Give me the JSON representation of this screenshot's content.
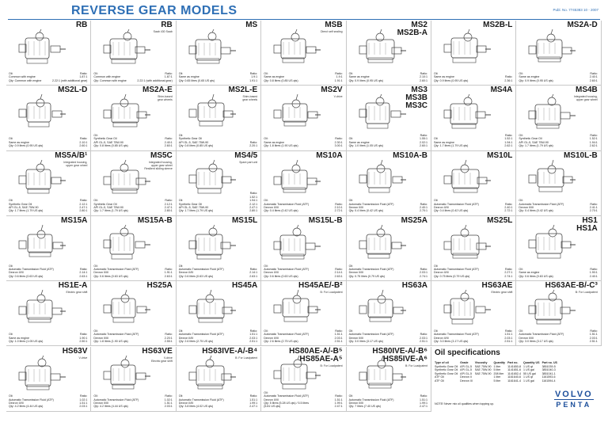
{
  "header": {
    "title": "REVERSE GEAR MODELS",
    "pub_no": "Publ. No. 7745383   10 - 2007"
  },
  "gearboxes": [
    {
      "name": "RB",
      "sub": "",
      "oil": "Oil:\nCommon with engine\nQty: Common with engine",
      "ratio": "Ratio:\n1.87:1\n2.22:1 (with additional gear)"
    },
    {
      "name": "RB",
      "sub": "Saab 430 Saab",
      "oil": "Oil:\nCommon with engine\nQty: Common with engine",
      "ratio": "Ratio:\n1.87:1\n2.22:1 (with additional gear)"
    },
    {
      "name": "MS",
      "sub": "",
      "oil": "Oil:\nSame as engine\nQty: 0.65 litres (0.65 US qts)",
      "ratio": "Ratio:\n1.9:1\n1.91:1"
    },
    {
      "name": "MSB",
      "sub": "Direct self sealing",
      "oil": "Oil:\nSame as engine\nQty: 0.8 litres (0.85 US qts)",
      "ratio": "Ratio:\n1.9:1\n1.91:1"
    },
    {
      "name": "MS2\nMS2B-A",
      "sub": "",
      "oil": "Oil:\nSame as engine\nQty: 0.9 litres (0.95 US qts)",
      "ratio": "Ratio:\n2.10:1\n2.60:1"
    },
    {
      "name": "MS2B-L",
      "sub": "",
      "oil": "Oil:\nSame as engine\nQty: 0.9 litres (0.95 US qts)",
      "ratio": "Ratio:\n2.36:1"
    },
    {
      "name": "MS2A-D",
      "sub": "",
      "oil": "Oil:\nSame as engine\nQty: 0.9 litres (0.95 US qts)",
      "ratio": "Ratio:\n2.40:1\n2.60:1"
    },
    {
      "name": "MS2L-D",
      "sub": "",
      "oil": "Oil:\nSame as engine\nQty: 0.9 litres (0.95 US qts)",
      "ratio": "Ratio:\n2.10:1\n2.60:1"
    },
    {
      "name": "MS2A-E",
      "sub": "Shim-based\ngear wheels",
      "oil": "Oil:\nSynthetic Gear Oil\nAPI GL-5, SAE 75W-90\nQty: 0.8 litres (0.85 US qts)",
      "ratio": "Ratio:\n2.40:1\n2.60:1"
    },
    {
      "name": "MS2L-E",
      "sub": "Shim-based\ngear wheels",
      "oil": "Oil:\nSynthetic Gear Oil\nAPI GL-5, SAE 75W-90\nQty: 0.8 litres (0.85 US qts)",
      "ratio": "Ratio:\n2.20:1"
    },
    {
      "name": "MS2V",
      "sub": "V-drive",
      "oil": "Oil:\nSame as engine\nQty: 1.8 litres (1.90 US qts)",
      "ratio": "Ratio:\n2.30:1\n3.00:1"
    },
    {
      "name": "MS3\nMS3B\nMS3C",
      "sub": "",
      "oil": "Oil:\nSame as engine\nQty: 1.0 litres (1.05 US qts)",
      "ratio": "Ratio:\n1.55:1\n2.02:1\n2.60:1"
    },
    {
      "name": "MS4A",
      "sub": "",
      "oil": "Oil:\nSame as engine\nQty: 1.7 litres (1.79 US qts)",
      "ratio": "Ratio:\n1.52:1\n1.94:1\n2.62:1"
    },
    {
      "name": "MS4B",
      "sub": "Integrated housing,\nupper gear wheel",
      "oil": "Oil:\nSynthetic Gear Oil\nAPI GL-5, SAE 75W-90\nQty: 1.7 litres (1.79 US qts)",
      "ratio": "Ratio:\n1.52:1\n1.94:1\n2.62:1"
    },
    {
      "name": "MS5A/B¹",
      "sub": "Integrated housing,\nupper gear wheel",
      "oil": "Oil:\nSynthetic Gear Oil\nAPI GL-5, SAE 75W-90\nQty: 1.7 litres (1.79 US qts)",
      "ratio": "Ratio:\n2.12:1\n2.47:1\n2.80:1"
    },
    {
      "name": "MS5C",
      "sub": "Integrated housing,\nupper gear wheel\nResilient sliding sleeve",
      "oil": "Oil:\nSynthetic Gear Oil\nAPI GL-5, SAE 75W-90\nQty: 1.7 litres (1.79 US qts)",
      "ratio": "Ratio:\n2.12:1\n2.47:1\n2.80:1"
    },
    {
      "name": "MS4/5",
      "sub": "Spare part unit",
      "oil": "Oil:\nSynthetic Gear Oil\nAPI GL-5, SAE 75W-90\nQty: 1.7 litres (1.79 US qts)",
      "ratio": "Ratio:\n1.52:1\n1.94:1\n2.12:1\n2.47:1\n2.80:1"
    },
    {
      "name": "MS10A",
      "sub": "",
      "oil": "Oil:\nAutomatic Transmission Fluid (ATF) Dexron II/III\nQty: 0.4 litres (0.42 US qts)",
      "ratio": "Ratio:\n2.10:1\n2.72:1"
    },
    {
      "name": "MS10A-B",
      "sub": "",
      "oil": "Oil:\nAutomatic Transmission Fluid (ATF) Dexron II/III\nQty: 0.4 litres (0.42 US qts)",
      "ratio": "Ratio:\n2.40:1\n2.70:1"
    },
    {
      "name": "MS10L",
      "sub": "",
      "oil": "Oil:\nAutomatic Transmission Fluid (ATF) Dexron II/III\nQty: 0.4 litres (0.42 US qts)",
      "ratio": "Ratio:\n2.40:1\n2.72:1"
    },
    {
      "name": "MS10L-B",
      "sub": "",
      "oil": "Oil:\nAutomatic Transmission Fluid (ATF) Dexron II/III\nQty: 0.4 litres (0.42 US qts)",
      "ratio": "Ratio:\n2.41:1\n2.70:1"
    },
    {
      "name": "MS15A",
      "sub": "",
      "oil": "Oil:\nAutomatic Transmission Fluid (ATF) Dexron II/III\nQty: 0.6 litres (0.63 US qts)",
      "ratio": "Ratio:\n2.14:1\n2.63:1"
    },
    {
      "name": "MS15A-B",
      "sub": "",
      "oil": "Oil:\nAutomatic Transmission Fluid (ATF) Dexron II/III\nQty: 0.6 litres (0.63 US qts)",
      "ratio": "Ratio:\n1.91:1\n2.63:1"
    },
    {
      "name": "MS15L",
      "sub": "",
      "oil": "Oil:\nAutomatic Transmission Fluid (ATF) Dexron II/III\nQty: 0.6 litres (0.63 US qts)",
      "ratio": "Ratio:\n2.14:1\n2.63:1"
    },
    {
      "name": "MS15L-B",
      "sub": "",
      "oil": "Oil:\nAutomatic Transmission Fluid (ATF) Dexron II/III\nQty: 0.6 litres (0.63 US qts)",
      "ratio": "Ratio:\n2.14:1\n2.63:1"
    },
    {
      "name": "MS25A",
      "sub": "",
      "oil": "Oil:\nAutomatic Transmission Fluid (ATF) Dexron II/III\nQty: 0.75 litres (0.79 US qts)",
      "ratio": "Ratio:\n2.03:1\n2.74:1"
    },
    {
      "name": "MS25L",
      "sub": "",
      "oil": "Oil:\nAutomatic Transmission Fluid (ATF) Dexron II/III\nQty: 0.75 litres (0.79 US qts)",
      "ratio": "Ratio:\n2.27:1\n2.74:1"
    },
    {
      "name": "HS1\nHS1A",
      "sub": "",
      "oil": "Oil:\nSame as engine\nQty: 0.6 litres (0.63 US qts)",
      "ratio": "Ratio:\n1.90:1\n2.40:1"
    },
    {
      "name": "HS1E-A",
      "sub": "Electric gear shift",
      "oil": "Oil:\nSame as engine\nQty: 1.0 litres (1.05 US qts)",
      "ratio": "Ratio:\n1.90:1\n2.50:1"
    },
    {
      "name": "HS25A",
      "sub": "",
      "oil": "Oil:\nAutomatic Transmission Fluid (ATF) Dexron II/III\nQty: 1.8 litres (1.90 US qts)",
      "ratio": "Ratio:\n2.20:1\n2.55:1"
    },
    {
      "name": "HS45A",
      "sub": "",
      "oil": "Oil:\nAutomatic Transmission Fluid (ATF) Dexron II/III\nQty: 2.6 litres (2.75 US qts)",
      "ratio": "Ratio:\n1.51:1\n2.03:1\n2.51:1"
    },
    {
      "name": "HS45AE/-B²",
      "sub": "B: For Loadpatent",
      "oil": "Oil:\nAutomatic Transmission Fluid (ATF) Dexron II/III\nQty: 2.6 litres (2.75 US qts)",
      "ratio": "Ratio:\n1.51:1\n2.03:1\n2.51:1"
    },
    {
      "name": "HS63A",
      "sub": "",
      "oil": "Oil:\nAutomatic Transmission Fluid (ATF) Dexron II/III\nQty: 3.0 litres (3.17 US qts)",
      "ratio": "Ratio:\n2.03:1\n2.51:1"
    },
    {
      "name": "HS63AE",
      "sub": "Electric gear shift",
      "oil": "Oil:\nAutomatic Transmission Fluid (ATF) Dexron II/III\nQty: 3.0 litres (3.17 US qts)",
      "ratio": "Ratio:\n1.51:1\n2.03:1\n2.51:1"
    },
    {
      "name": "HS63AE-B/-C³",
      "sub": "B: For Loadpatent",
      "oil": "Oil:\nAutomatic Transmission Fluid (ATF) Dexron II/III\nQty: 3.0 litres (3.17 US qts)",
      "ratio": "Ratio:\n1.51:1\n2.03:1\n2.51:1"
    },
    {
      "name": "HS63V",
      "sub": "V-drive",
      "oil": "Oil:\nAutomatic Transmission Fluid (ATF) Dexron II/III\nQty: 4.2 litres (4.44 US qts)",
      "ratio": "Ratio:\n1.02:1\n1.51:1\n2.03:1"
    },
    {
      "name": "HS63VE",
      "sub": "V-drive\nElectric gear shift",
      "oil": "Oil:\nAutomatic Transmission Fluid (ATF) Dexron II/III\nQty: 4.2 litres (4.44 US qts)",
      "ratio": "Ratio:\n1.02:1\n1.51:1\n2.03:1"
    },
    {
      "name": "HS63IVE-A/-B⁴",
      "sub": "B: For Loadpatent",
      "oil": "Oil:\nAutomatic Transmission Fluid (ATF) Dexron II/III\nQty: 3.8 litres (4.02 US qts)",
      "ratio": "Ratio:\n1.51:1\n1.99:1\n2.47:1"
    },
    {
      "name": "HS80AE-A/-B⁵\nHS85AE-A⁵",
      "sub": "B: For Loadpatent",
      "oil": "Oil:\nAutomatic Transmission Fluid (ATF) Dexron II/III\nQty: 5 litres (5.28 US qts) / 5.5 litres (5.81 US qts)",
      "ratio": "Ratio:\n1.51:1\n1.99:1\n2.47:1"
    },
    {
      "name": "HS80IVE-A/-B⁶\nHS85IVE-A⁶",
      "sub": "B: For Loadpatent",
      "oil": "Oil:\nAutomatic Transmission Fluid (ATF) Dexron II/III\nQty: 7 litres (7.40 US qts)",
      "ratio": "Ratio:\n1.51:1\n1.99:1\n2.47:1"
    }
  ],
  "oil_specs": {
    "heading": "Oil specifications",
    "columns": [
      "Type of oil",
      "Grade",
      "Viscosity",
      "Quantity",
      "Part no.",
      "Quantity US",
      "Part no. US"
    ],
    "rows": [
      [
        "Synthetic Gear Oil",
        "API GL-5",
        "SAE 75W-90",
        "1 liter",
        "1141650-8",
        "1 US qt",
        "3851039-5"
      ],
      [
        "Synthetic Gear Oil",
        "API GL-5",
        "SAE 75W-90",
        "5 liter",
        "1141651-6",
        "1 US gal",
        "3851040-3"
      ],
      [
        "Synthetic Gear Oil",
        "API GL-5",
        "SAE 75W-90",
        "208 liter",
        "1141652-4",
        "55 US gal",
        "3851041-1"
      ],
      [
        "ATF Oil",
        "Dexron II",
        "",
        "1 liter",
        "1161640-6",
        "1 US qt",
        "1161593-6"
      ],
      [
        "ATF Oil",
        "Dexron III",
        "",
        "5 liter",
        "1161641-4",
        "1 US gal",
        "1161594-4"
      ]
    ],
    "note": "NOTE! Never mix oil qualities when topping up."
  },
  "logo": {
    "line1": "VOLVO",
    "line2": "PENTA"
  },
  "colors": {
    "title": "#2e6fb5",
    "logo": "#1d4f9b",
    "grid": "#c8c8c8"
  }
}
